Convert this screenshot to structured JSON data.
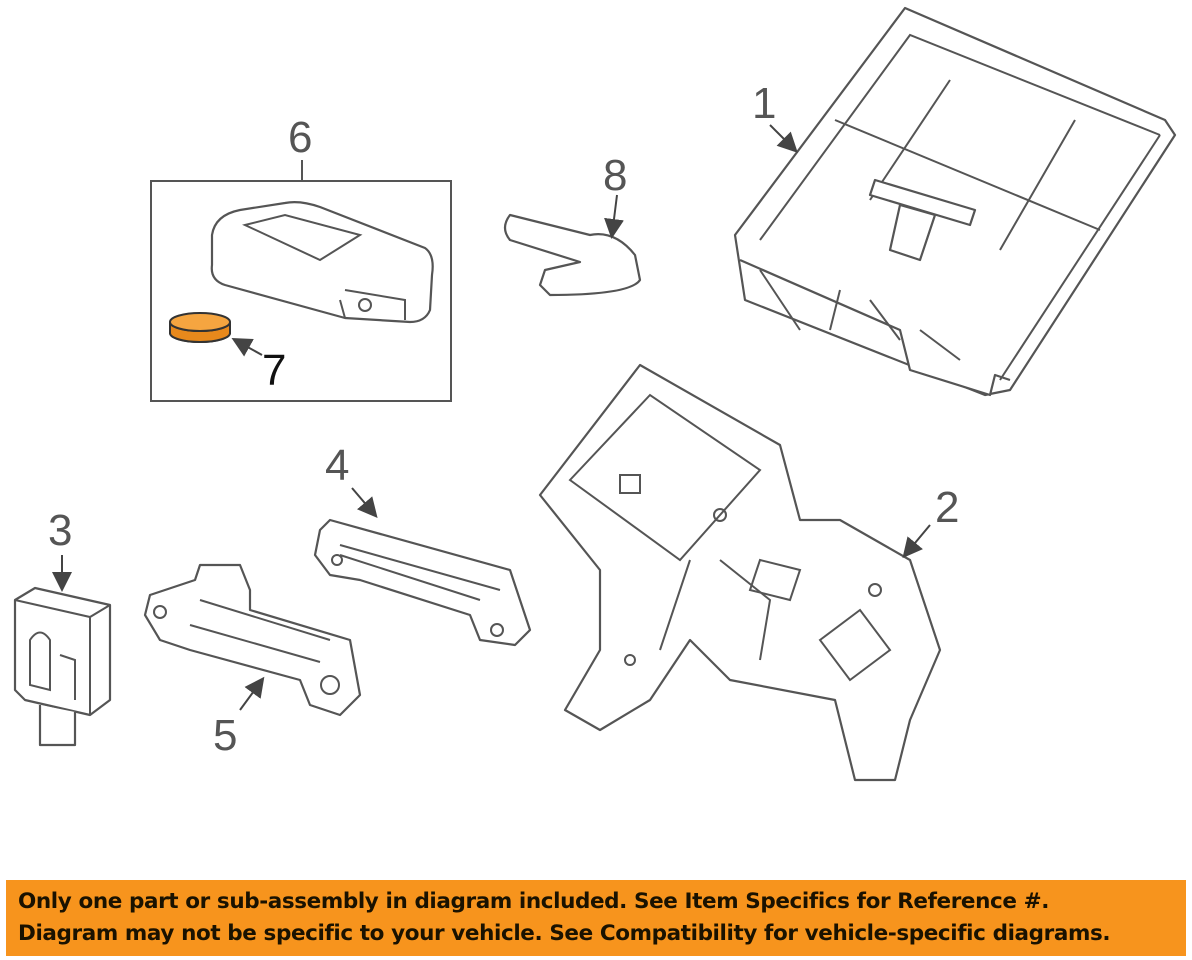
{
  "callouts": {
    "p1": "1",
    "p2": "2",
    "p3": "3",
    "p4": "4",
    "p5": "5",
    "p6": "6",
    "p7": "7",
    "p8": "8"
  },
  "colors": {
    "banner": "#f7941d",
    "highlight": "#f39a2c"
  },
  "banner": {
    "line1": "Only one part or sub-assembly in diagram included. See Item Specifics for Reference #.",
    "line2": "Diagram may not be specific to your vehicle. See Compatibility for vehicle-specific diagrams."
  }
}
